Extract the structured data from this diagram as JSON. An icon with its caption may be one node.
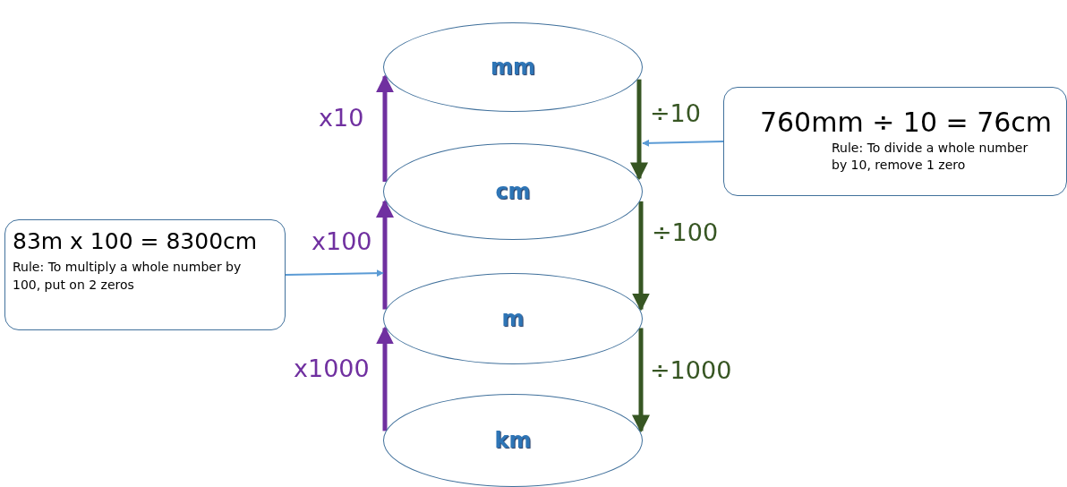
{
  "diagram": {
    "nodes": [
      {
        "text": [
          "mm"
        ]
      },
      {
        "text": [
          "cm"
        ]
      },
      {
        "text": [
          "m"
        ]
      },
      {
        "text": [
          "km"
        ]
      },
      {
        "text": [
          "760mm ÷ 10 = 76cm",
          "Rule: To divide a whole number by 10, remove 1 zero"
        ]
      },
      {
        "text": [
          "83m x 100 = 8300cm",
          "Rule: To multiply a whole number by 100, put on 2 zeros"
        ]
      }
    ],
    "edges": [
      {
        "from": 1,
        "to": 0,
        "arrow": "to",
        "label": "x10",
        "color": "#7030a0"
      },
      {
        "from": 2,
        "to": 1,
        "arrow": "to",
        "label": "x100",
        "color": "#7030a0"
      },
      {
        "from": 3,
        "to": 2,
        "arrow": "to",
        "label": "x1000",
        "color": "#7030a0"
      },
      {
        "from": 0,
        "to": 1,
        "arrow": "to",
        "label": "÷10",
        "color": "#375623"
      },
      {
        "from": 1,
        "to": 2,
        "arrow": "to",
        "label": "÷100",
        "color": "#375623"
      },
      {
        "from": 2,
        "to": 3,
        "arrow": "to",
        "label": "÷1000",
        "color": "#375623"
      },
      {
        "from": 4,
        "to": 1,
        "arrow": "to",
        "color": "#5b9bd5"
      },
      {
        "from": 5,
        "to": 2,
        "arrow": "to",
        "color": "#5b9bd5"
      }
    ]
  }
}
